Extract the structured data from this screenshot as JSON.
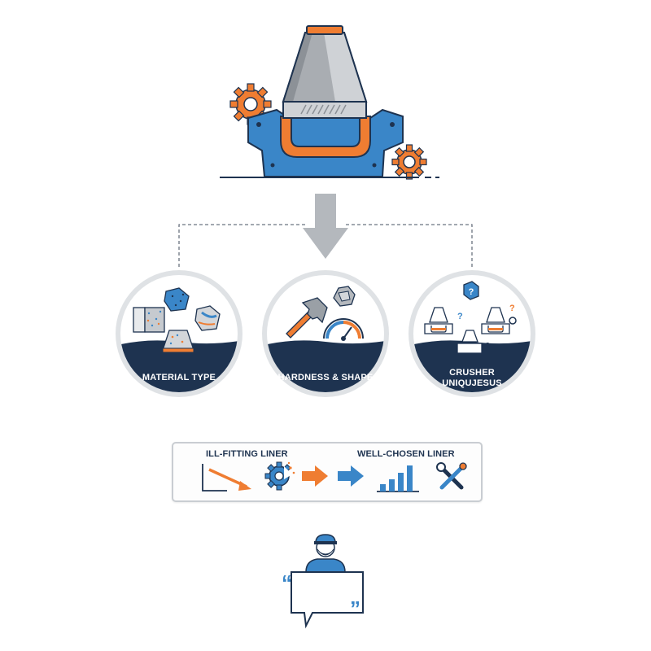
{
  "circles": [
    {
      "label": "MATERIAL TYPE"
    },
    {
      "label": "HARDNESS & SHAPE"
    },
    {
      "label": "CRUSHER\nUNIQUJESUS"
    }
  ],
  "comparison": {
    "left_label": "ILL-FITTING LINER",
    "right_label": "WELL-CHOSEN LINER"
  },
  "colors": {
    "navy": "#1e3350",
    "blue": "#3a86c8",
    "orange": "#ef7d32",
    "gray": "#b4b8bd"
  },
  "icons": [
    "cone-crusher-icon",
    "gear-icon",
    "down-arrow-icon",
    "rock-samples-icon",
    "hammer-icon",
    "gauge-icon",
    "crusher-variants-icon",
    "decline-chart-icon",
    "broken-gear-icon",
    "right-arrow-icon",
    "growth-chart-icon",
    "tools-icon",
    "worker-avatar-icon",
    "speech-bubble-icon"
  ]
}
